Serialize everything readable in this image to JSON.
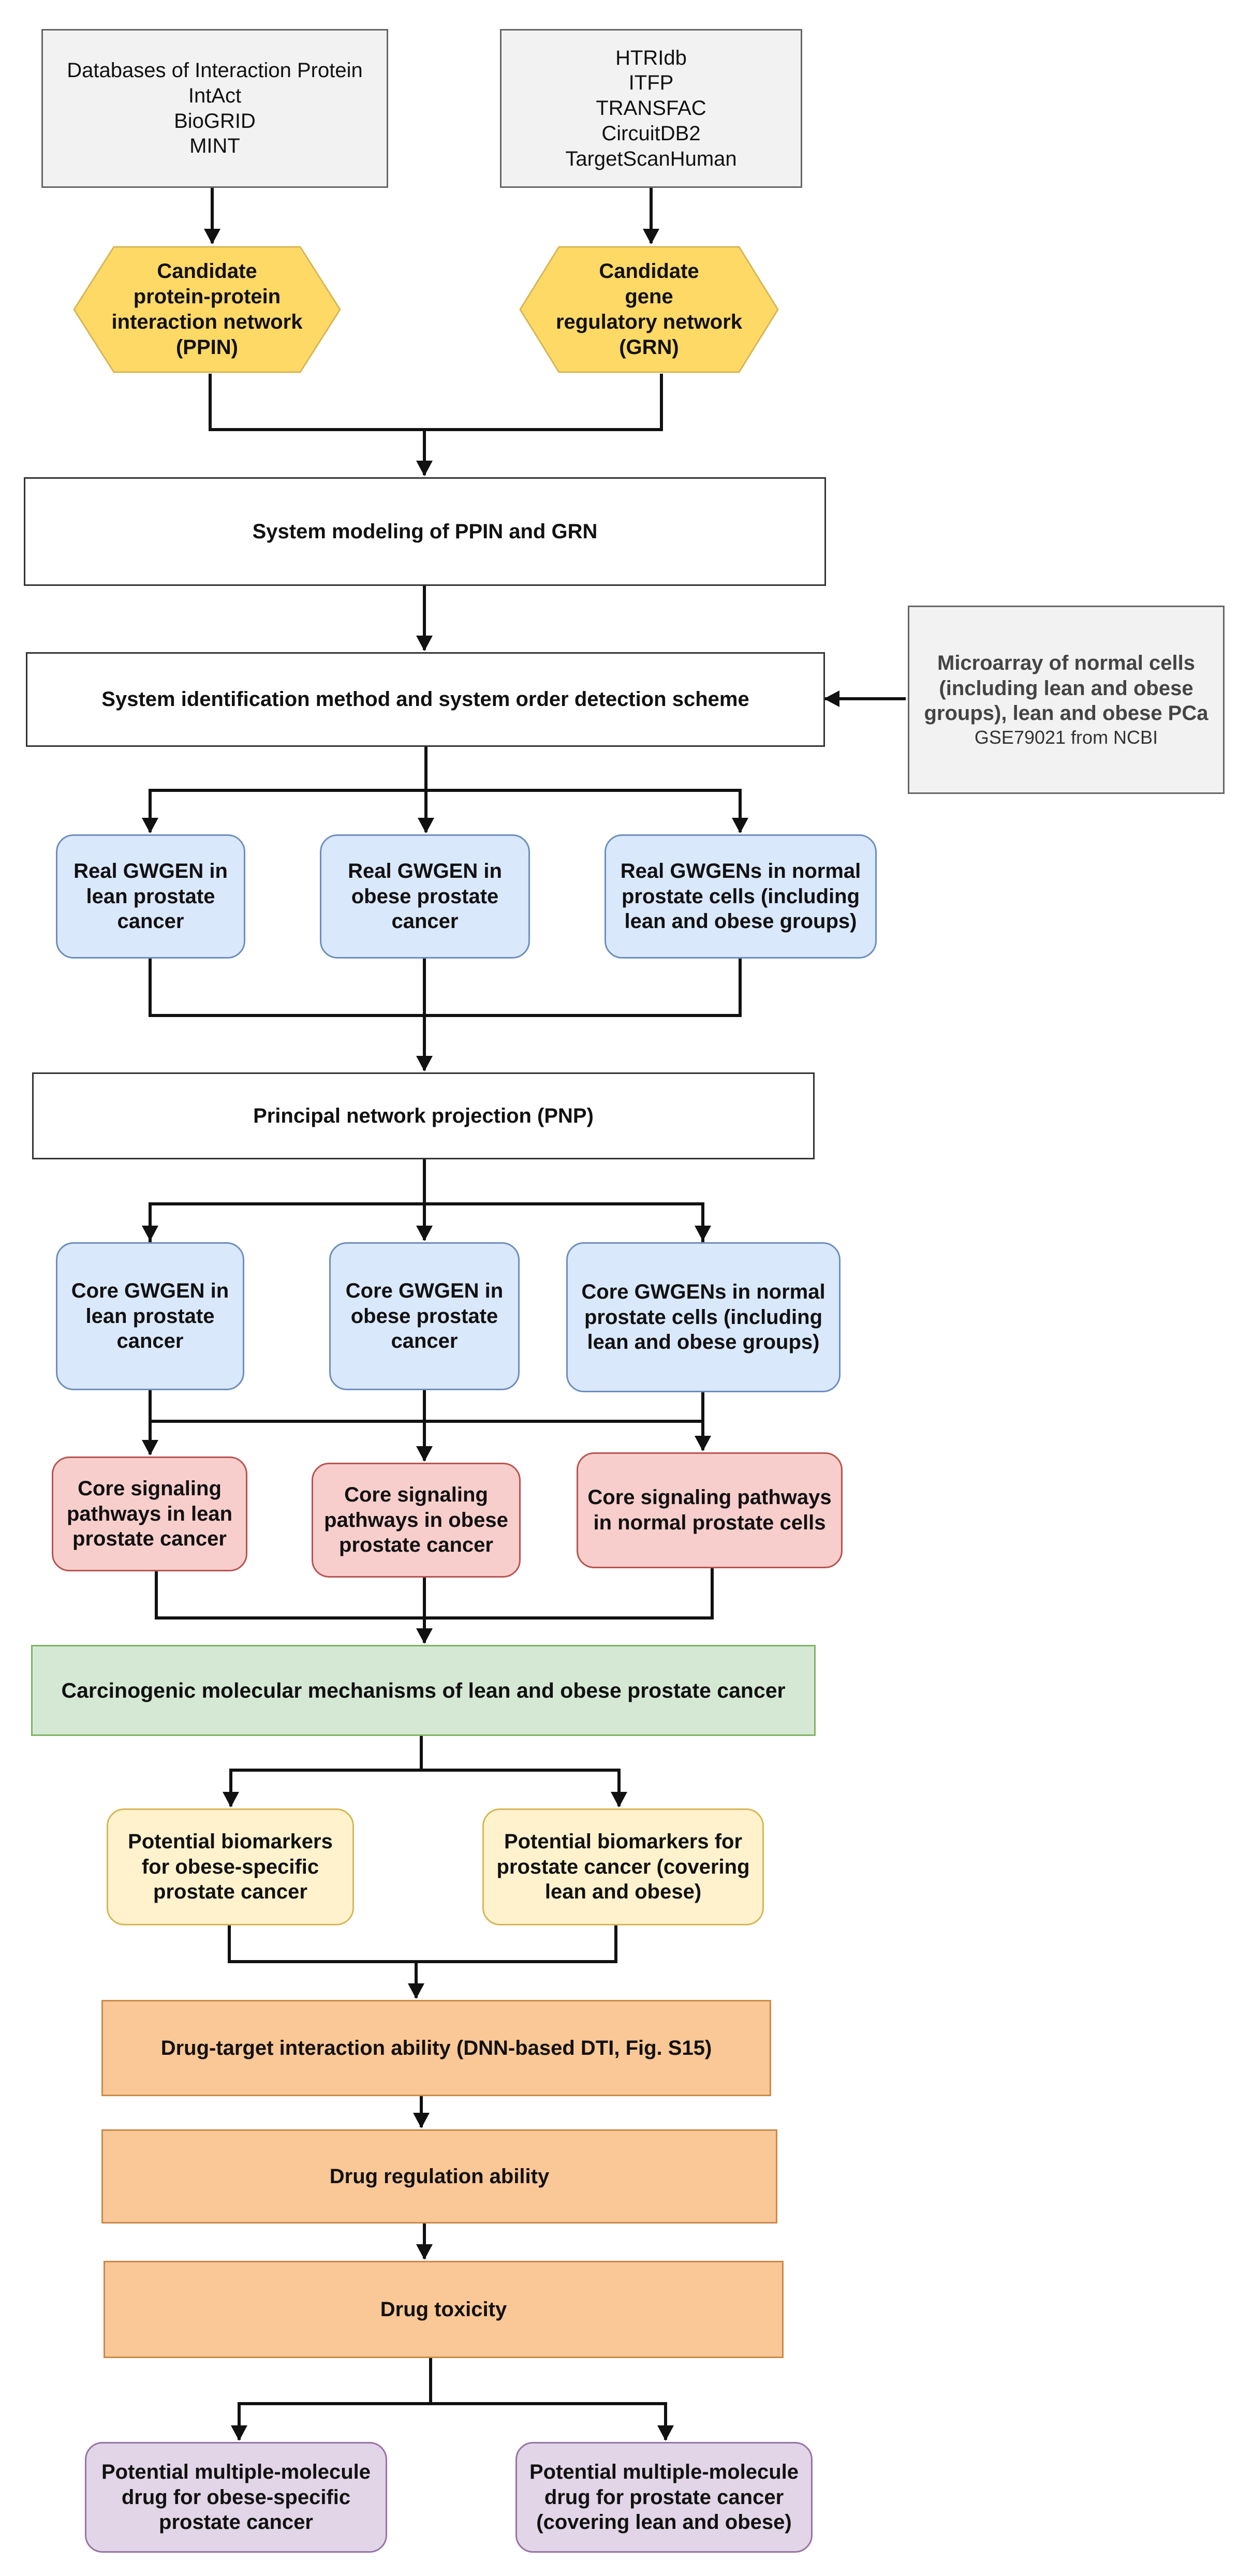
{
  "diagram": {
    "databases_ppi": "Databases of Interaction Protein\nIntAct\nBioGRID\nMINT",
    "databases_grn": "HTRIdb\nITFP\nTRANSFAC\nCircuitDB2\nTargetScanHuman",
    "candidate_ppin": "Candidate\nprotein-protein\ninteraction network\n(PPIN)",
    "candidate_grn": "Candidate\ngene\nregulatory network\n(GRN)",
    "system_modeling": "System modeling of PPIN and GRN",
    "system_identification": "System identification method and system order detection scheme",
    "microarray_line1": "Microarray of normal cells\n(including lean and obese\ngroups), lean and obese PCa",
    "microarray_line2": "GSE79021 from NCBI",
    "real_lean": "Real GWGEN in\nlean prostate\ncancer",
    "real_obese": "Real GWGEN in\nobese prostate\ncancer",
    "real_normal": "Real GWGENs in normal\nprostate cells (including\nlean and obese groups)",
    "pnp": "Principal network projection (PNP)",
    "core_lean": "Core GWGEN in\nlean prostate\ncancer",
    "core_obese": "Core GWGEN in\nobese prostate\ncancer",
    "core_normal": "Core GWGENs in normal\nprostate cells (including\nlean and obese groups)",
    "path_lean": "Core signaling\npathways in lean\nprostate cancer",
    "path_obese": "Core signaling\npathways in obese\nprostate cancer",
    "path_normal": "Core signaling pathways\nin normal prostate cells",
    "carcinogenic": "Carcinogenic molecular mechanisms of lean and obese prostate cancer",
    "biomarker_obese": "Potential biomarkers\nfor obese-specific\nprostate cancer",
    "biomarker_both": "Potential biomarkers for\nprostate cancer (covering\nlean and obese)",
    "dti": "Drug-target interaction ability (DNN-based DTI, Fig. S15)",
    "regulation": "Drug regulation ability",
    "toxicity": "Drug toxicity",
    "drug_obese": "Potential multiple-molecule\ndrug for obese-specific\nprostate cancer",
    "drug_both": "Potential multiple-molecule\ndrug for prostate cancer\n(covering lean and obese)"
  },
  "colors": {
    "database_fill": "#f2f2f2",
    "candidate_fill": "#ffd966",
    "real_core_fill": "#dae8fc",
    "pathway_fill": "#f8cecc",
    "mechanism_fill": "#d5e8d4",
    "biomarker_fill": "#fff2cc",
    "drug_step_fill": "#fac796",
    "drug_result_fill": "#e1d5e7"
  }
}
